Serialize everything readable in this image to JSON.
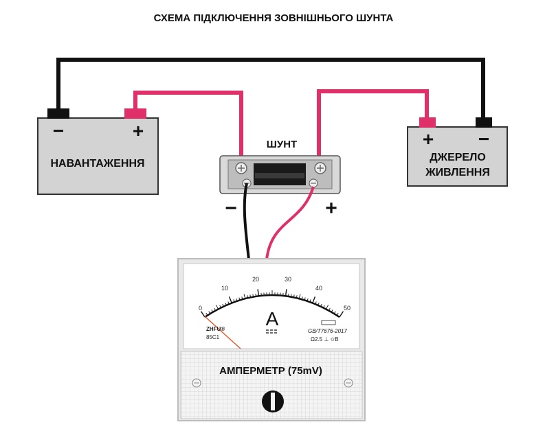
{
  "title": "СХЕМА ПІДКЛЮЧЕННЯ ЗОВНІШНЬОГО ШУНТА",
  "load": {
    "label": "НАВАНТАЖЕННЯ",
    "minus": "−",
    "plus": "+"
  },
  "source": {
    "label_line1": "ДЖЕРЕЛО",
    "label_line2": "ЖИВЛЕННЯ",
    "plus": "+",
    "minus": "−"
  },
  "shunt": {
    "label": "ШУНТ",
    "minus": "−",
    "plus": "+"
  },
  "ammeter": {
    "label": "АМПЕРМЕТР (75mV)",
    "unit": "A",
    "brand": "ZHFU®",
    "model": "85C1",
    "standard": "GB/T7676-2017",
    "class_marks": "Ω2.5 ⊥ ✩B",
    "scale_ticks": [
      "0",
      "10",
      "20",
      "30",
      "40",
      "50"
    ]
  },
  "colors": {
    "positive_wire": "#e0306a",
    "negative_wire": "#111111",
    "box_fill": "#d3d3d3"
  }
}
